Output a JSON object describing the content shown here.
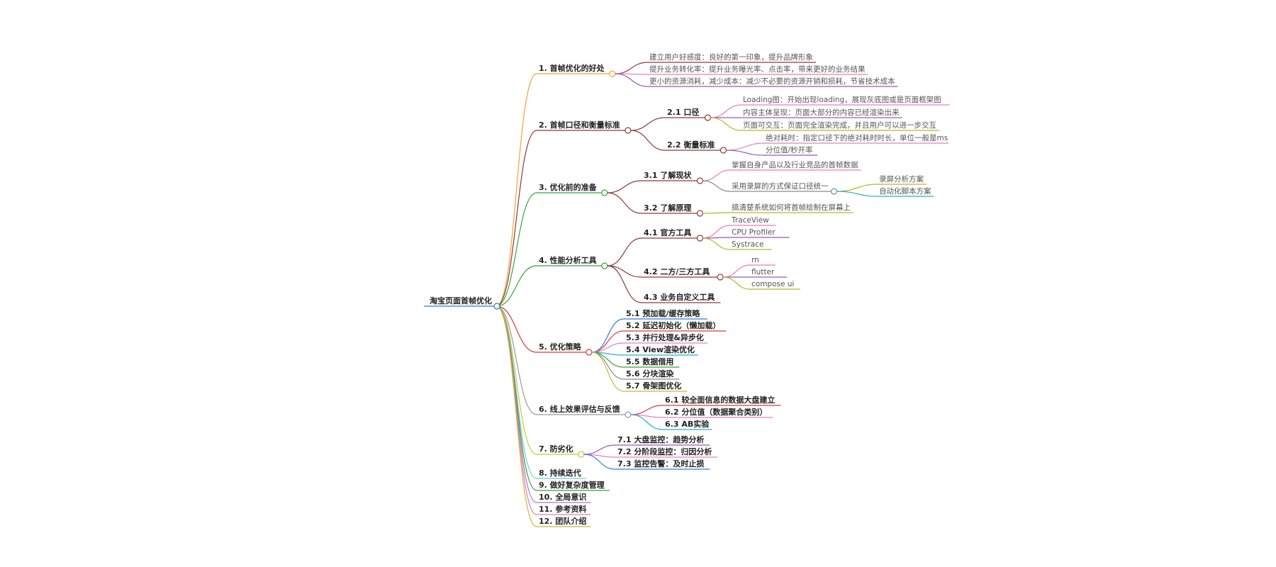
{
  "colors": {
    "n1": "#f5a13a",
    "n2": "#8b3a3a",
    "n3": "#3aa23a",
    "n4": "#3aa23a",
    "n5": "#d63a3a",
    "n6": "#9a9a9a",
    "n7": "#c8c838",
    "n8": "#6fd0d0",
    "n9": "#3aa23a",
    "n10": "#b070d0",
    "n11": "#e07fb0",
    "n12": "#c8b838",
    "pink": "#e57fc2",
    "purple": "#9b59b6",
    "olive": "#b8b820",
    "cyan": "#22b0d0",
    "brown": "#8b3a3a",
    "green": "#3aa23a",
    "red": "#d63a3a",
    "blue": "#2a7fd0",
    "gray": "#8a8a8a",
    "yellow": "#c8b838",
    "root": "#2a7fd0"
  },
  "root": {
    "label": "淘宝页面首帧优化",
    "children": [
      {
        "label": "1. 首帧优化的好处",
        "children": [
          {
            "label": "建立用户好感度：良好的第一印象，提升品牌形象",
            "children": []
          },
          {
            "label": "提升业务转化率：提升业务曝光率、点击率，带来更好的业务结果",
            "children": []
          },
          {
            "label": "更小的资源消耗，减少成本：减少不必要的资源开销和损耗，节省技术成本",
            "children": []
          }
        ]
      },
      {
        "label": "2. 首帧口径和衡量标准",
        "children": [
          {
            "label": "2.1 口径",
            "children": [
              {
                "label": "Loading图：开始出现loading，展现灰底图或是页面框架图",
                "children": []
              },
              {
                "label": "内容主体呈现：页面大部分的内容已经渲染出来",
                "children": []
              },
              {
                "label": "页面可交互：页面完全渲染完成，并且用户可以进一步交互",
                "children": []
              }
            ]
          },
          {
            "label": "2.2 衡量标准",
            "children": [
              {
                "label": "绝对耗时：指定口径下的绝对耗时时长，单位一般是ms",
                "children": []
              },
              {
                "label": "分位值/秒开率",
                "children": []
              }
            ]
          }
        ]
      },
      {
        "label": "3. 优化前的准备",
        "children": [
          {
            "label": "3.1 了解现状",
            "children": [
              {
                "label": "掌握自身产品以及行业竞品的首帧数据",
                "children": []
              },
              {
                "label": "采用录屏的方式保证口径统一",
                "children": [
                  {
                    "label": "录屏分析方案",
                    "children": []
                  },
                  {
                    "label": "自动化脚本方案",
                    "children": []
                  }
                ]
              }
            ]
          },
          {
            "label": "3.2 了解原理",
            "children": [
              {
                "label": "搞清楚系统如何将首帧绘制在屏幕上",
                "children": []
              }
            ]
          }
        ]
      },
      {
        "label": "4. 性能分析工具",
        "children": [
          {
            "label": "4.1 官方工具",
            "children": [
              {
                "label": "TraceView",
                "children": []
              },
              {
                "label": "CPU Profiler",
                "children": []
              },
              {
                "label": "Systrace",
                "children": []
              }
            ]
          },
          {
            "label": "4.2 二方/三方工具",
            "children": [
              {
                "label": "rn",
                "children": []
              },
              {
                "label": "flutter",
                "children": []
              },
              {
                "label": "compose ui",
                "children": []
              }
            ]
          },
          {
            "label": "4.3 业务自定义工具",
            "children": []
          }
        ]
      },
      {
        "label": "5. 优化策略",
        "children": [
          {
            "label": "5.1 预加载/缓存策略",
            "children": []
          },
          {
            "label": "5.2 延迟初始化（懒加载）",
            "children": []
          },
          {
            "label": "5.3 并行处理&异步化",
            "children": []
          },
          {
            "label": "5.4 View渲染优化",
            "children": []
          },
          {
            "label": "5.5 数据借用",
            "children": []
          },
          {
            "label": "5.6 分块渲染",
            "children": []
          },
          {
            "label": "5.7 骨架图优化",
            "children": []
          }
        ]
      },
      {
        "label": "6. 线上效果评估与反馈",
        "children": [
          {
            "label": "6.1 较全面信息的数据大盘建立",
            "children": []
          },
          {
            "label": "6.2 分位值（数据聚合类别）",
            "children": []
          },
          {
            "label": "6.3 AB实验",
            "children": []
          }
        ]
      },
      {
        "label": "7. 防劣化",
        "children": [
          {
            "label": "7.1 大盘监控：趋势分析",
            "children": []
          },
          {
            "label": "7.2 分阶段监控：归因分析",
            "children": []
          },
          {
            "label": "7.3 监控告警：及时止损",
            "children": []
          }
        ]
      },
      {
        "label": "8. 持续迭代",
        "children": []
      },
      {
        "label": "9. 做好复杂度管理",
        "children": []
      },
      {
        "label": "10. 全局意识",
        "children": []
      },
      {
        "label": "11. 参考资料",
        "children": []
      },
      {
        "label": "12. 团队介绍",
        "children": []
      }
    ]
  }
}
